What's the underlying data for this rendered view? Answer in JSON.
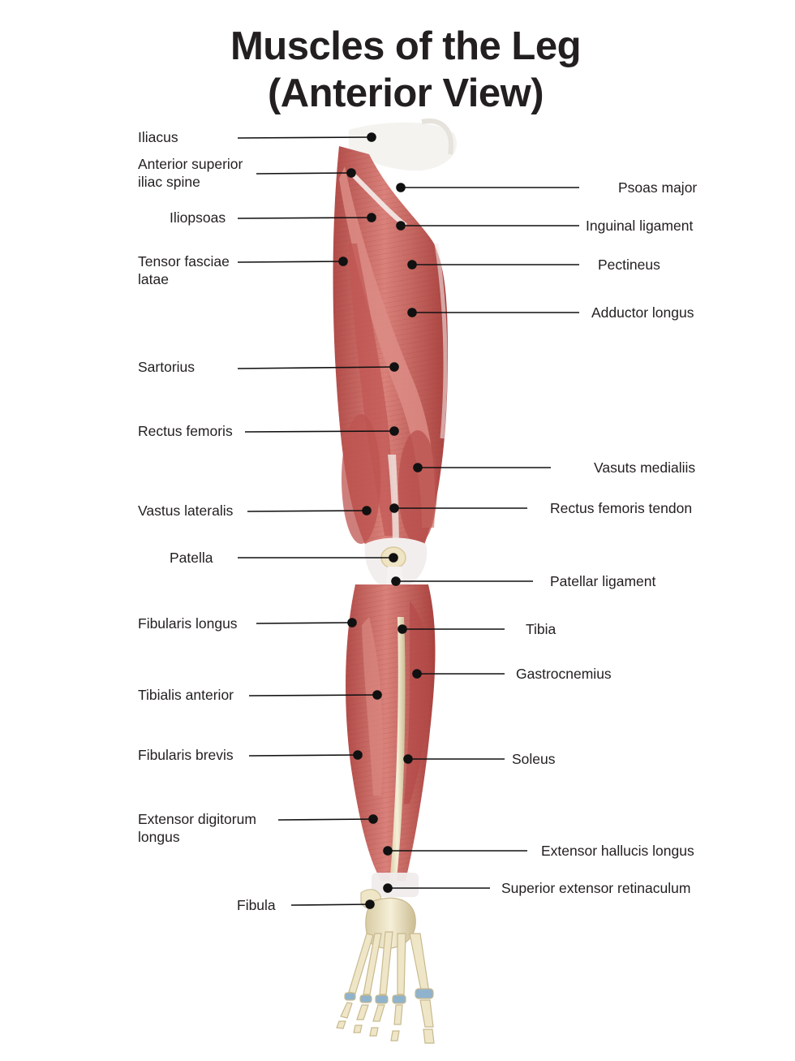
{
  "title": {
    "line1": "Muscles of the Leg",
    "line2": "(Anterior View)"
  },
  "labels_left": {
    "iliacus": "Iliacus",
    "asis_1": "Anterior superior",
    "asis_2": "iliac spine",
    "iliopsoas": "Iliopsoas",
    "tfl_1": "Tensor fasciae",
    "tfl_2": "latae",
    "sartorius": "Sartorius",
    "rectus_femoris": "Rectus femoris",
    "vastus_lateralis": "Vastus lateralis",
    "patella": "Patella",
    "fibularis_longus": "Fibularis longus",
    "tibialis_anterior": "Tibialis anterior",
    "fibularis_brevis": "Fibularis brevis",
    "edl_1": "Extensor digitorum",
    "edl_2": "longus",
    "fibula": "Fibula"
  },
  "labels_right": {
    "psoas_major": "Psoas major",
    "inguinal_ligament": "Inguinal ligament",
    "pectineus": "Pectineus",
    "adductor_longus": "Adductor longus",
    "vastus_medialis": "Vasuts medialiis",
    "rectus_femoris_tendon": "Rectus femoris tendon",
    "patellar_ligament": "Patellar ligament",
    "tibia": "Tibia",
    "gastrocnemius": "Gastrocnemius",
    "soleus": "Soleus",
    "ehl": "Extensor hallucis longus",
    "ser": "Superior extensor retinaculum"
  },
  "colors": {
    "muscle": "#c9635e",
    "muscle_dark": "#a8403f",
    "muscle_light": "#e29a91",
    "tendon": "#eef0f2",
    "bone": "#efe6c8",
    "bone_shade": "#cfc29a",
    "cartilage": "#8fb3cc",
    "leader": "#111111"
  }
}
